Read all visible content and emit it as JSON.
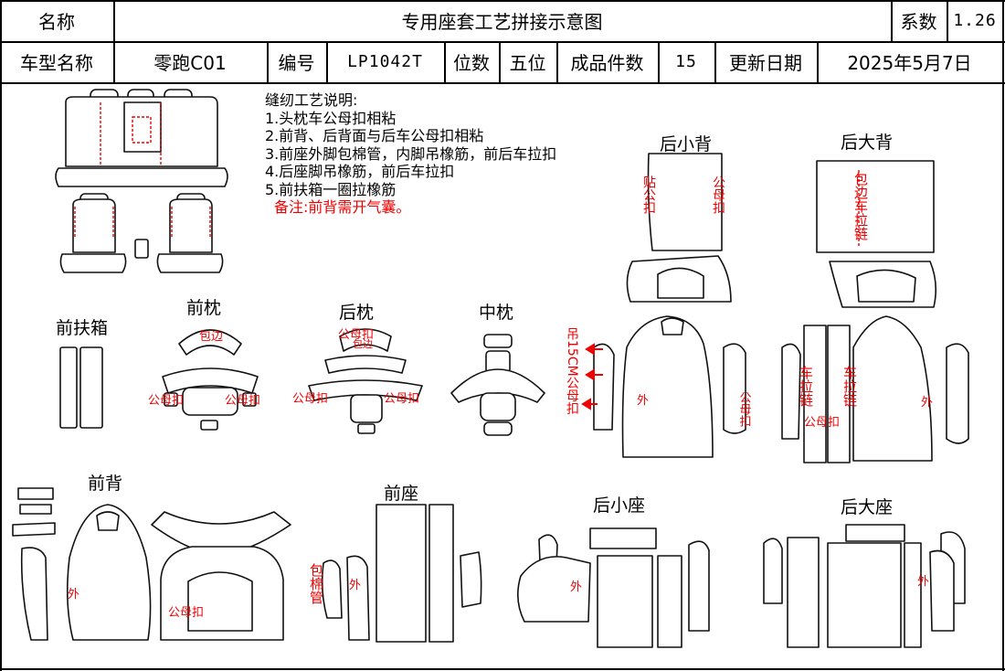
{
  "header": {
    "name_label": "名称",
    "doc_title": "专用座套工艺拼接示意图",
    "coef_label": "系数",
    "coef_value": "1.26",
    "model_label": "车型名称",
    "model_value": "零跑C01",
    "code_label": "编号",
    "code_value": "LP1042T",
    "seats_label": "位数",
    "seats_value": "五位",
    "pieces_label": "成品件数",
    "pieces_value": "15",
    "date_label": "更新日期",
    "date_value": "2025年5月7日"
  },
  "notes": {
    "heading": "缝纫工艺说明:",
    "items": [
      "1.头枕车公母扣相粘",
      "2.前背、后背面与后车公母扣相粘",
      "3.前座外脚包棉管，内脚吊橡筋，前后车拉扣",
      "4.后座脚吊橡筋，前后车拉扣",
      "5.前扶箱一圈拉橡筋"
    ],
    "remark": "备注:前背需开气囊。"
  },
  "parts": {
    "front_armrest": "前扶箱",
    "front_headrest": "前枕",
    "rear_headrest": "后枕",
    "middle_headrest": "中枕",
    "rear_small_back": "后小背",
    "rear_big_back": "后大背",
    "front_back": "前背",
    "front_seat": "前座",
    "rear_small_seat": "后小座",
    "rear_big_seat": "后大座"
  },
  "annotations": {
    "edge_binding": "包边",
    "snap": "公母扣",
    "outside": "外",
    "stick_snap_v": "贴公扣",
    "snap_v": "公母扣",
    "edge_zip_v": "包边车拉链",
    "hang_v": "吊15CM公母扣",
    "zip_v": "车拉链",
    "foam_tube_v": "包棉管"
  },
  "colors": {
    "annotation": "#e00000",
    "line": "#111111"
  }
}
